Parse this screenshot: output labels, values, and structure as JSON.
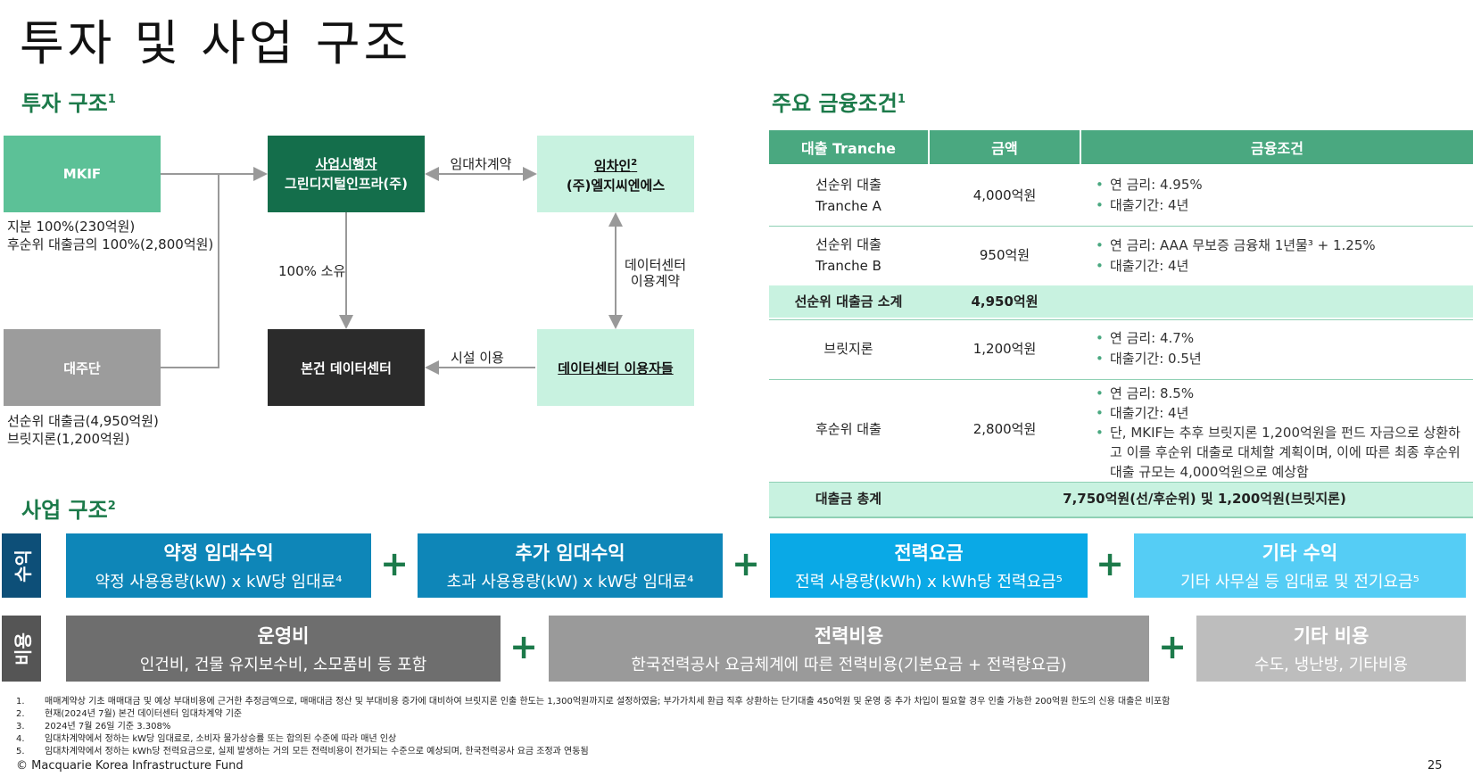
{
  "title": "투자 및 사업 구조",
  "investment": {
    "heading": "투자 구조",
    "heading_sup": "1",
    "mkif": "MKIF",
    "mkif_note1": "지분 100%(230억원)",
    "mkif_note2": "후순위 대출금의 100%(2,800억원)",
    "lenders": "대주단",
    "lenders_note1": "선순위 대출금(4,950억원)",
    "lenders_note2": "브릿지론(1,200억원)",
    "operator_l1": "사업시행자",
    "operator_l2": "그린디지털인프라(주)",
    "lessee_l1": "임차인",
    "lessee_sup": "2",
    "lessee_l2": "(주)엘지씨엔에스",
    "datacenter": "본건 데이터센터",
    "users": "데이터센터 이용자들",
    "lease_label": "임대차계약",
    "own_label": "100% 소유",
    "dc_contract_l1": "데이터센터",
    "dc_contract_l2": "이용계약",
    "facility_label": "시설 이용"
  },
  "finance": {
    "heading": "주요 금융조건",
    "heading_sup": "1",
    "col_tranche": "대출 Tranche",
    "col_amount": "금액",
    "col_terms": "금융조건",
    "rows": [
      {
        "name1": "선순위 대출",
        "name2": "Tranche A",
        "amount": "4,000억원",
        "terms": [
          "연 금리: 4.95%",
          "대출기간: 4년"
        ]
      },
      {
        "name1": "선순위 대출",
        "name2": "Tranche B",
        "amount": "950억원",
        "terms": [
          "연 금리: AAA 무보증 금융채 1년물³ + 1.25%",
          "대출기간: 4년"
        ]
      },
      {
        "name1": "브릿지론",
        "name2": "",
        "amount": "1,200억원",
        "terms": [
          "연 금리: 4.7%",
          "대출기간: 0.5년"
        ]
      },
      {
        "name1": "후순위 대출",
        "name2": "",
        "amount": "2,800억원",
        "terms": [
          "연 금리: 8.5%",
          "대출기간: 4년",
          "단, MKIF는 추후 브릿지론 1,200억원을 펀드 자금으로 상환하고 이를 후순위 대출로 대체할 계획이며, 이에 따른 최종 후순위 대출 규모는 4,000억원으로 예상함"
        ]
      }
    ],
    "subtotal_label": "선순위 대출금 소계",
    "subtotal_amount": "4,950억원",
    "total_label": "대출금 총계",
    "total_amount": "7,750억원(선/후순위) 및 1,200억원(브릿지론)"
  },
  "business": {
    "heading": "사업 구조",
    "heading_sup": "2",
    "revenue_label": "수익",
    "cost_label": "비용",
    "plus": "+",
    "revenue": [
      {
        "title": "약정 임대수익",
        "sub": "약정 사용용량(kW) x kW당 임대료⁴",
        "color": "#0e86b8"
      },
      {
        "title": "추가 임대수익",
        "sub": "초과 사용용량(kW) x kW당 임대료⁴",
        "color": "#0e86b8"
      },
      {
        "title": "전력요금",
        "sub": "전력 사용량(kWh) x kWh당 전력요금⁵",
        "color": "#0aa9e6"
      },
      {
        "title": "기타 수익",
        "sub": "기타 사무실 등 임대료 및 전기요금⁵",
        "color": "#55cdf5"
      }
    ],
    "cost": [
      {
        "title": "운영비",
        "sub": "인건비, 건물 유지보수비, 소모품비 등 포함",
        "color": "#6e6e6e"
      },
      {
        "title": "전력비용",
        "sub": "한국전력공사 요금체계에 따른 전력비용(기본요금 + 전력량요금)",
        "color": "#9a9a9a"
      },
      {
        "title": "기타 비용",
        "sub": "수도, 냉난방, 기타비용",
        "color": "#bdbdbd"
      }
    ]
  },
  "footnotes": [
    {
      "n": "1.",
      "text": "매매계약상 기초 매매대금 및 예상 부대비용에 근거한 추정금액으로, 매매대금 정산 및 부대비용 증가에 대비하여 브릿지론 인출 한도는 1,300억원까지로 설정하였음; 부가가치세 환급 직후 상환하는 단기대출 450억원 및 운영 중 추가 차입이 필요할 경우 인출 가능한 200억원 한도의 신용 대출은 비포함"
    },
    {
      "n": "2.",
      "text": "현재(2024년 7월) 본건 데이터센터 임대차계약 기준"
    },
    {
      "n": "3.",
      "text": "2024년 7월 26일 기준 3.308%"
    },
    {
      "n": "4.",
      "text": "임대차계약에서 정하는 kW당 임대료로, 소비자 물가상승률 또는 합의된 수준에 따라 매년 인상"
    },
    {
      "n": "5.",
      "text": "임대차계약에서 정하는 kWh당 전력요금으로, 실제 발생하는 거의 모든 전력비용이 전가되는 수준으로 예상되며, 한국전력공사 요금 조정과 연동됨"
    }
  ],
  "copyright": "© Macquarie Korea Infrastructure Fund",
  "page_number": "25"
}
